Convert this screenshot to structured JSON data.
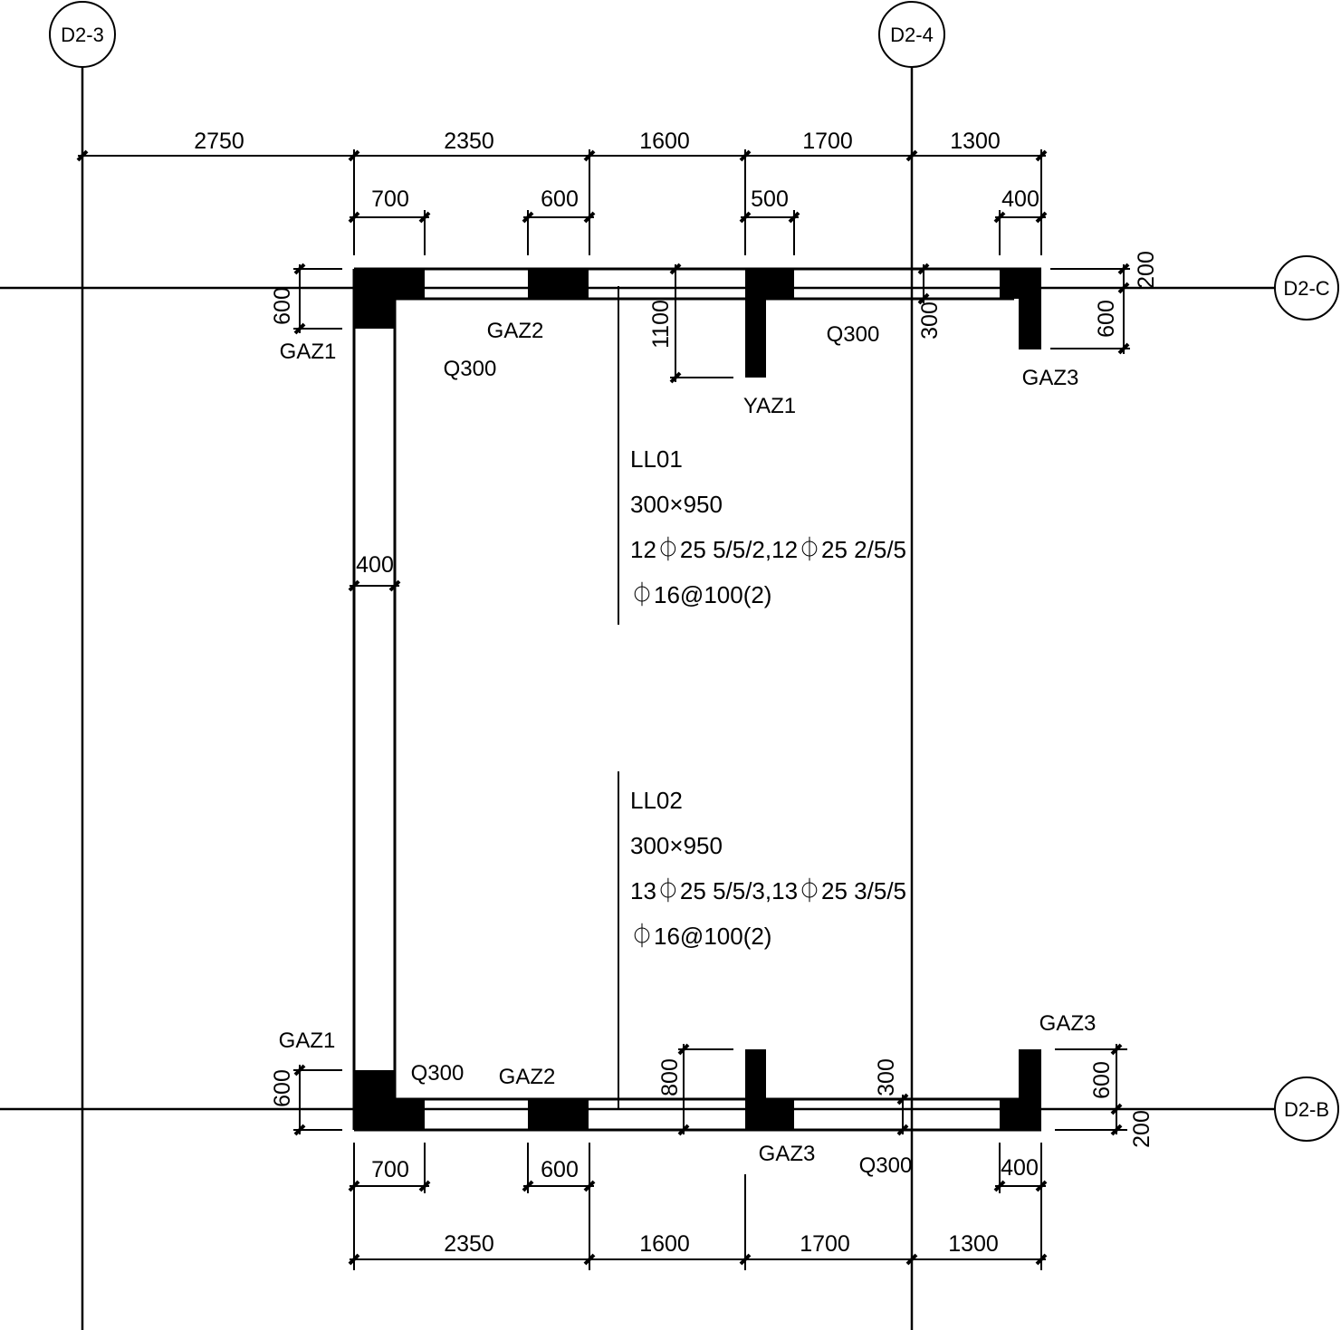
{
  "axes": {
    "top_left": "D2-3",
    "top_right": "D2-4",
    "right_top": "D2-C",
    "right_bottom": "D2-B"
  },
  "top_dims": {
    "overall": [
      "2750",
      "2350",
      "1600",
      "1700",
      "1300"
    ],
    "columns": [
      "700",
      "600",
      "500",
      "400"
    ]
  },
  "bottom_dims": {
    "overall": [
      "2350",
      "1600",
      "1700",
      "1300"
    ],
    "columns": [
      "700",
      "600",
      "400"
    ]
  },
  "vertical_dims": {
    "left_top": "600",
    "left_bottom": "600",
    "wall_thickness": "400",
    "top_beam_depth": "1100",
    "top_wall_300": "300",
    "top_right_200": "200",
    "top_right_600": "600",
    "bottom_beam_depth": "800",
    "bottom_wall_300": "300",
    "bottom_right_600": "600",
    "bottom_right_200": "200"
  },
  "labels": {
    "gaz1_top": "GAZ1",
    "gaz2_top": "GAZ2",
    "q300_top_left": "Q300",
    "yaz1": "YAZ1",
    "q300_top_right": "Q300",
    "gaz3_top": "GAZ3",
    "gaz1_bottom": "GAZ1",
    "q300_bottom_left": "Q300",
    "gaz2_bottom": "GAZ2",
    "gaz3_bottom_mid": "GAZ3",
    "q300_bottom_right": "Q300",
    "gaz3_bottom_right": "GAZ3"
  },
  "beams": {
    "ll01": {
      "name": "LL01",
      "size": "300×950",
      "rebar": "12⏀25 5/5/2,12⏀25 2/5/5",
      "stirrup": "⏀16@100(2)"
    },
    "ll02": {
      "name": "LL02",
      "size": "300×950",
      "rebar": "13⏀25 5/5/3,13⏀25 3/5/5",
      "stirrup": "⏀16@100(2)"
    }
  },
  "colors": {
    "ink": "#000000",
    "paper": "#ffffff"
  }
}
